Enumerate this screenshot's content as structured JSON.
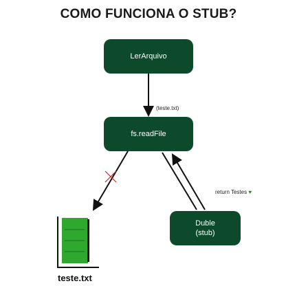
{
  "title": "COMO FUNCIONA O STUB?",
  "nodes": {
    "ler_arquivo": "LerArquivo",
    "read_file": "fs.readFile",
    "duble_line1": "Duble",
    "duble_line2": "(stub)"
  },
  "edges": {
    "call_label": "(teste.txt)",
    "return_label": "return Testes",
    "return_icon": "green-heart-icon"
  },
  "file": {
    "name": "teste.txt",
    "icon": "document-icon"
  },
  "colors": {
    "node_fill": "#0d4a2c",
    "blocked_mark": "#c62828",
    "file_fill": "#2fa82f",
    "heart": "#2e7d32"
  }
}
